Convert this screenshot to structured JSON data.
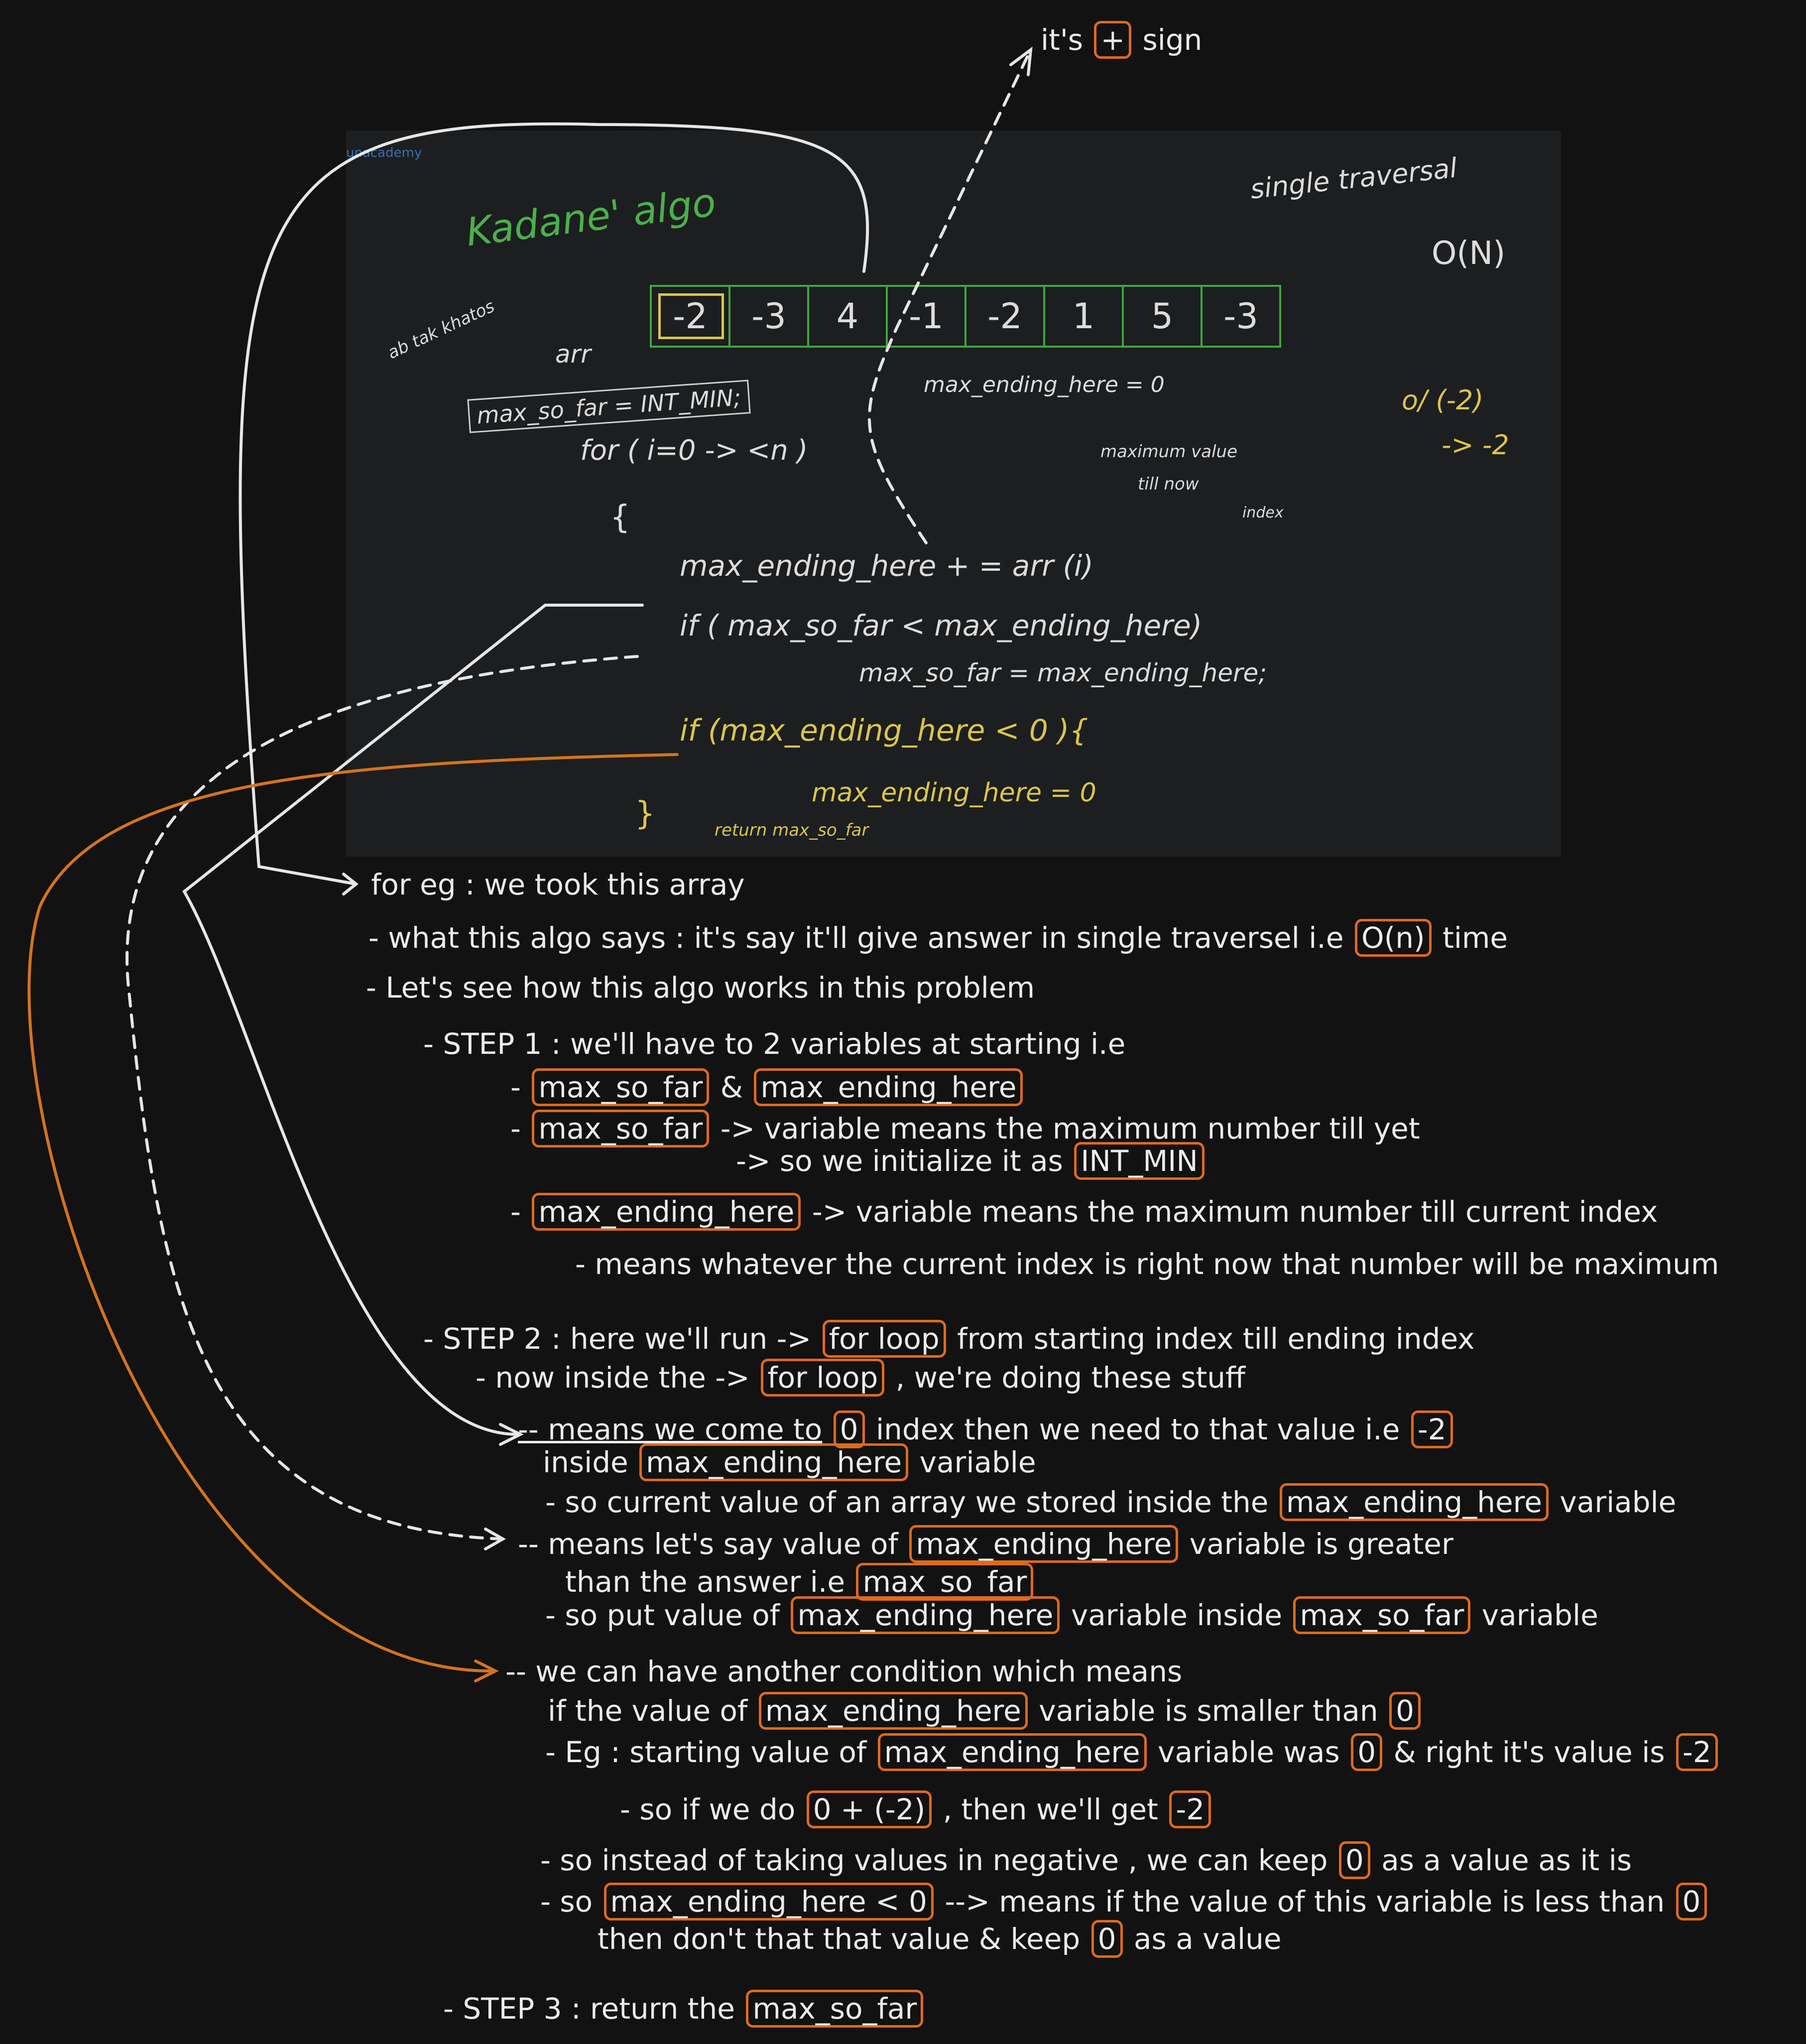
{
  "top_note": {
    "prefix": "it's",
    "sign": "+",
    "suffix": "sign"
  },
  "board": {
    "watermark": "unacademy",
    "title": "Kadane' algo",
    "single_traversal": "single traversal",
    "complexity": "O(N)",
    "array": [
      "-2",
      "-3",
      "4",
      "-1",
      "-2",
      "1",
      "5",
      "-3"
    ],
    "side_note": "ab tak khatos",
    "arr_label": "arr",
    "init_far": "max_so_far = INT_MIN;",
    "init_here": "max_ending_here = 0",
    "here_note_1": "maximum value",
    "here_note_2": "till now",
    "here_note_3": "index",
    "for_line": "for ( i=0 -> <n )",
    "open_brace": "{",
    "close_brace": "}",
    "line_add": "max_ending_here + = arr (i)",
    "line_if": "if ( max_so_far < max_ending_here)",
    "line_assign": "max_so_far = max_ending_here;",
    "line_if2": "if (max_ending_here < 0 ){",
    "line_reset": "max_ending_here = 0",
    "line_return": "return max_so_far",
    "yellow_1": "o/ (-2)",
    "yellow_2": "-> -2"
  },
  "notes": {
    "l1": "for eg : we took this array",
    "l2a": "- what this algo says : it's say it'll give answer in single traversel i.e",
    "l2b": "O(n)",
    "l2c": "time",
    "l3": "- Let's see how this algo works in this problem",
    "s1": "- STEP 1 : we'll have to 2 variables at starting i.e",
    "s1a_dash": "-",
    "v_far": "max_so_far",
    "v_here": "max_ending_here",
    "amp": "&",
    "s1b_txt": "-> variable means the maximum number till yet",
    "s1c_txt": "-> so we initialize it as",
    "int_min": "INT_MIN",
    "s1d_txt": "-> variable means the maximum number till current index",
    "s1e": "- means whatever the current index is right now that number will be maximum",
    "s2a": "- STEP 2 : here we'll run ->",
    "for_loop": "for loop",
    "s2b": "from starting index till ending index",
    "s2c": "- now inside the ->",
    "s2d": ", we're doing these stuff",
    "p1a": "-- means we come to",
    "zero": "0",
    "p1b": "index then we need to that value i.e",
    "neg2": "-2",
    "p1c": "inside",
    "variable": "variable",
    "p1d": "- so current value of an array we stored inside the",
    "p2a": "-- means let's say value of",
    "p2b": "variable is greater",
    "p2c": "than the answer i.e",
    "p2d": "- so put value of",
    "p2e": "variable inside",
    "p3a": "-- we can have another condition which means",
    "p3b": "if the value of",
    "p3c": "variable is smaller than",
    "p3d": "- Eg : starting value of",
    "p3e": "variable was",
    "p3f": "& right it's value is",
    "p3g": "- so if we do",
    "expr": "0 + (-2)",
    "p3h": ", then we'll get",
    "p3i": "- so instead of taking values in negative , we can keep",
    "p3j": "as a value as it is",
    "p3k": "- so",
    "cond": "max_ending_here < 0",
    "p3l": "--> means if the value of this variable is less than",
    "p3m": "then don't that that value & keep",
    "p3n": "as a value",
    "s3": "- STEP 3 : return the"
  },
  "colors": {
    "highlight": "#e06a1b",
    "board_green": "#4bb04b",
    "board_yellow": "#d9c64a",
    "orange_arrow": "#d4741c"
  }
}
